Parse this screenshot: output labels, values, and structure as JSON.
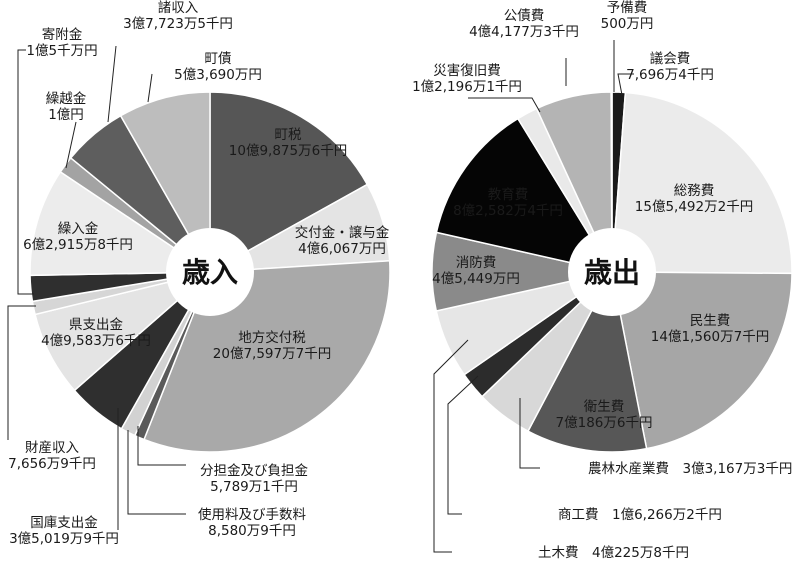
{
  "chart_data": [
    {
      "type": "pie",
      "title": "歳入",
      "unit": "円",
      "slices": [
        {
          "name": "町税",
          "label": "10億9,875万6千円",
          "value": 1098756,
          "color": "#565656",
          "text_color": "#ffffff"
        },
        {
          "name": "交付金・譲与金",
          "label": "4億6,067万円",
          "value": 460670,
          "color": "#e4e4e4",
          "text_color": "#1a1a1a"
        },
        {
          "name": "地方交付税",
          "label": "20億7,597万7千円",
          "value": 2075977,
          "color": "#a9a9a9",
          "text_color": "#ffffff"
        },
        {
          "name": "分担金及び負担金",
          "label": "5,789万1千円",
          "value": 57891,
          "color": "#5a5a5a",
          "text_color": "#1a1a1a"
        },
        {
          "name": "使用料及び手数料",
          "label": "8,580万9千円",
          "value": 85809,
          "color": "#d2d2d2",
          "text_color": "#1a1a1a"
        },
        {
          "name": "国庫支出金",
          "label": "3億5,019万9千円",
          "value": 350199,
          "color": "#2f2f2f",
          "text_color": "#1a1a1a"
        },
        {
          "name": "県支出金",
          "label": "4億9,583万6千円",
          "value": 495836,
          "color": "#e4e4e4",
          "text_color": "#1a1a1a"
        },
        {
          "name": "財産収入",
          "label": "7,656万9千円",
          "value": 76569,
          "color": "#d6d6d6",
          "text_color": "#1a1a1a"
        },
        {
          "name": "寄附金",
          "label": "1億5千万円",
          "value": 150000,
          "color": "#2f2f2f",
          "text_color": "#1a1a1a"
        },
        {
          "name": "繰入金",
          "label": "6億2,915万8千円",
          "value": 629158,
          "color": "#ececec",
          "text_color": "#1a1a1a"
        },
        {
          "name": "繰越金",
          "label": "1億円",
          "value": 100000,
          "color": "#a3a3a3",
          "text_color": "#1a1a1a"
        },
        {
          "name": "諸収入",
          "label": "3億7,723万5千円",
          "value": 377235,
          "color": "#5e5e5e",
          "text_color": "#1a1a1a"
        },
        {
          "name": "町債",
          "label": "5億3,690万円",
          "value": 536900,
          "color": "#bdbdbd",
          "text_color": "#1a1a1a"
        }
      ]
    },
    {
      "type": "pie",
      "title": "歳出",
      "unit": "円",
      "slices": [
        {
          "name": "議会費",
          "label": "7,696万4千円",
          "value": 76964,
          "color": "#1a1a1a",
          "text_color": "#1a1a1a"
        },
        {
          "name": "総務費",
          "label": "15億5,492万2千円",
          "value": 1554922,
          "color": "#ebebeb",
          "text_color": "#1a1a1a"
        },
        {
          "name": "民生費",
          "label": "14億1,560万7千円",
          "value": 1415607,
          "color": "#a6a6a6",
          "text_color": "#ffffff"
        },
        {
          "name": "衛生費",
          "label": "7億186万6千円",
          "value": 701866,
          "color": "#575757",
          "text_color": "#ffffff"
        },
        {
          "name": "農林水産業費",
          "label": "3億3,167万3千円",
          "value": 331673,
          "color": "#d8d8d8",
          "text_color": "#1a1a1a"
        },
        {
          "name": "商工費",
          "label": "1億6,266万2千円",
          "value": 162662,
          "color": "#2c2c2c",
          "text_color": "#1a1a1a"
        },
        {
          "name": "土木費",
          "label": "4億225万8千円",
          "value": 402258,
          "color": "#e6e6e6",
          "text_color": "#1a1a1a"
        },
        {
          "name": "消防費",
          "label": "4億5,449万円",
          "value": 454490,
          "color": "#8a8a8a",
          "text_color": "#ffffff"
        },
        {
          "name": "教育費",
          "label": "8億2,582万4千円",
          "value": 825824,
          "color": "#050505",
          "text_color": "#ffffff"
        },
        {
          "name": "災害復旧費",
          "label": "1億2,196万1千円",
          "value": 121961,
          "color": "#e9e9e9",
          "text_color": "#1a1a1a"
        },
        {
          "name": "公債費",
          "label": "4億4,177万3千円",
          "value": 441773,
          "color": "#b4b4b4",
          "text_color": "#1a1a1a"
        },
        {
          "name": "予備費",
          "label": "500万円",
          "value": 5000,
          "color": "#ffffff",
          "text_color": "#1a1a1a"
        }
      ]
    }
  ]
}
